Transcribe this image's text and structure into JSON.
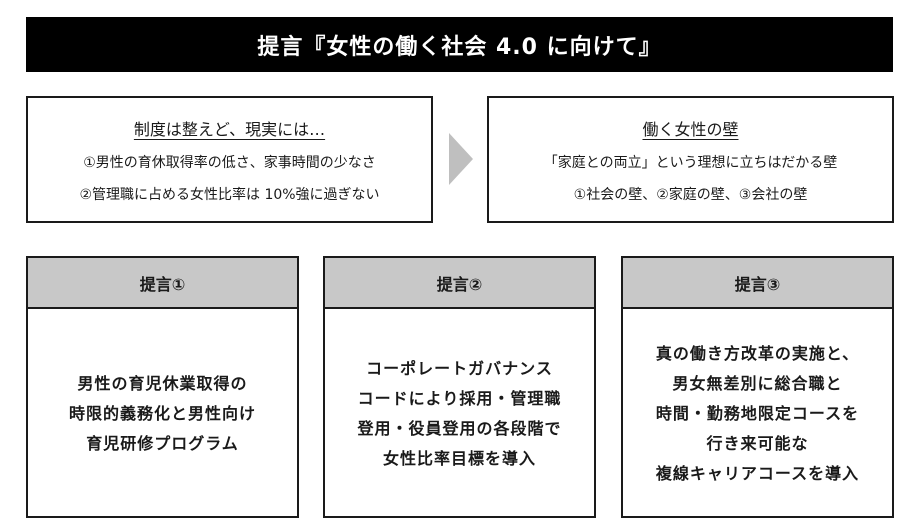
{
  "title": "提言『女性の働く社会 4.0 に向けて』",
  "left_box": {
    "heading": "制度は整えど、現実には…",
    "lines": [
      "①男性の育休取得率の低さ、家事時間の少なさ",
      "②管理職に占める女性比率は 10%強に過ぎない"
    ]
  },
  "right_box": {
    "heading": "働く女性の壁",
    "lines": [
      "「家庭との両立」という理想に立ちはだかる壁",
      "①社会の壁、②家庭の壁、③会社の壁"
    ]
  },
  "proposals": [
    {
      "label": "提言①",
      "lines": [
        "男性の育児休業取得の",
        "時限的義務化と男性向け",
        "育児研修プログラム"
      ]
    },
    {
      "label": "提言②",
      "lines": [
        "コーポレートガバナンス",
        "コードにより採用・管理職",
        "登用・役員登用の各段階で",
        "女性比率目標を導入"
      ]
    },
    {
      "label": "提言③",
      "lines": [
        "真の働き方改革の実施と、",
        "男女無差別に総合職と",
        "時間・勤務地限定コースを",
        "行き来可能な",
        "複線キャリアコースを導入"
      ]
    }
  ]
}
